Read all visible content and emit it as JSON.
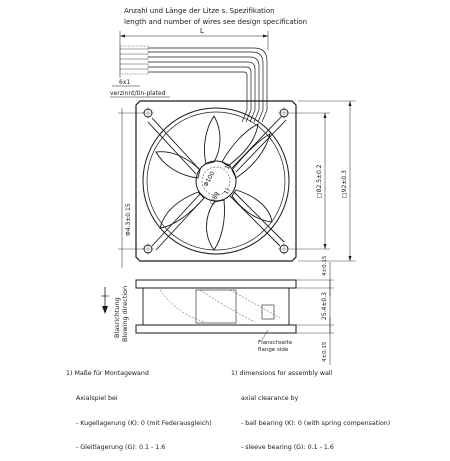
{
  "header": {
    "line_de": "Anzahl und Länge der Litze s. Spezifikation",
    "line_en": "length and number of wires see design specification",
    "length_symbol": "L"
  },
  "wire_labels": {
    "pitch": "6x1",
    "tinned": "verzinnt/tin-plated"
  },
  "fan_labels": {
    "hub_diameter": "Φ100",
    "hub_marker_1": "1)",
    "bore_diameter": "□89",
    "bore_marker": "1)",
    "hole_diameter": "Φ4.3±0.15",
    "width_inner": "□82.5±0.2",
    "width_outer": "□92±0.3"
  },
  "side_labels": {
    "flange_thickness": "4±0.15",
    "total_height": "25.4±0.3",
    "lower_flange": "4±0.15",
    "flange_de": "Flanschseite",
    "flange_en": "flange side",
    "dir_de": "Blasrichtung",
    "dir_en": "Blowing direction"
  },
  "notes_de": {
    "title": "1) Maße für Montagewand",
    "line1": "Axialspiel bei",
    "line2": "- Kugellagerung (K): 0 (mit Federausgleich)",
    "line3": "- Gleitlagerung (G): 0.1 - 1.6"
  },
  "notes_en": {
    "title": "1) dimensions for assembly wall",
    "line1": "axial clearance by",
    "line2": "- ball bearing (K): 0 (with spring compensation)",
    "line3": "- sleeve bearing (G): 0.1 - 1.6"
  }
}
